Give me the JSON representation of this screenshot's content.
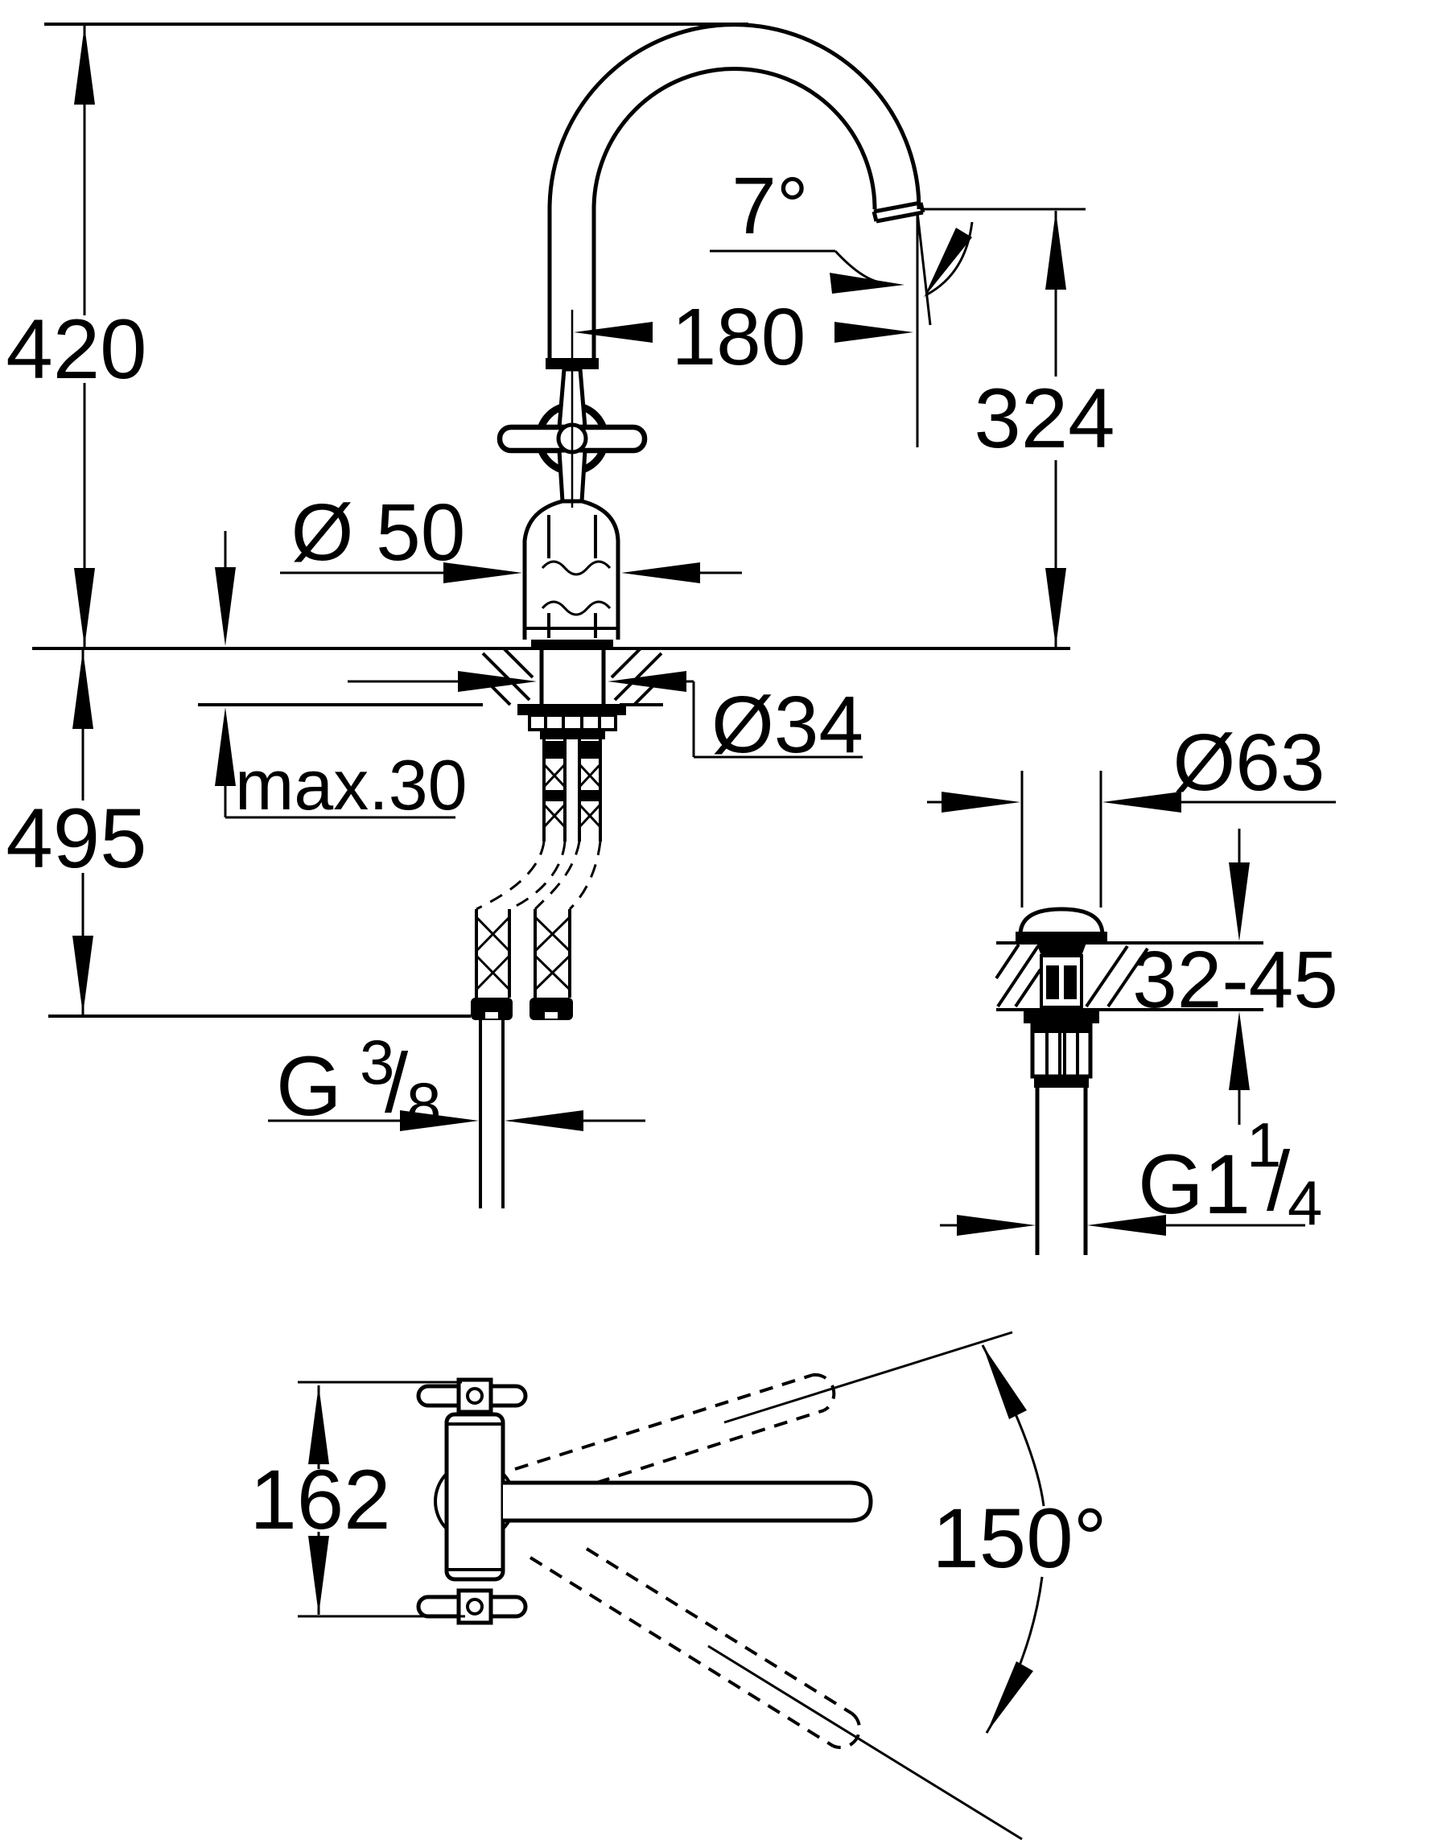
{
  "drawing": {
    "background": "#ffffff",
    "line_color": "#000000",
    "type": "faucet installation dimensional drawing"
  },
  "front_view": {
    "height_above_deck": "420",
    "overall_height": "495",
    "spout_reach": "180",
    "outlet_height": "324",
    "outlet_angle": "7°",
    "body_diameter": "Ø 50",
    "shank_diameter": "Ø34",
    "max_deck_thickness": "max.30",
    "supply_thread": {
      "prefix": "G",
      "numerator": "3",
      "slash": "/",
      "denominator": "8"
    }
  },
  "drain_view": {
    "flange_diameter": "Ø63",
    "deck_thickness_range": "32-45",
    "waste_thread": {
      "prefix": "G1",
      "numerator": "1",
      "slash": "/",
      "denominator": "4"
    }
  },
  "top_view": {
    "fixture_depth": "162",
    "spout_swivel_angle": "150°"
  }
}
